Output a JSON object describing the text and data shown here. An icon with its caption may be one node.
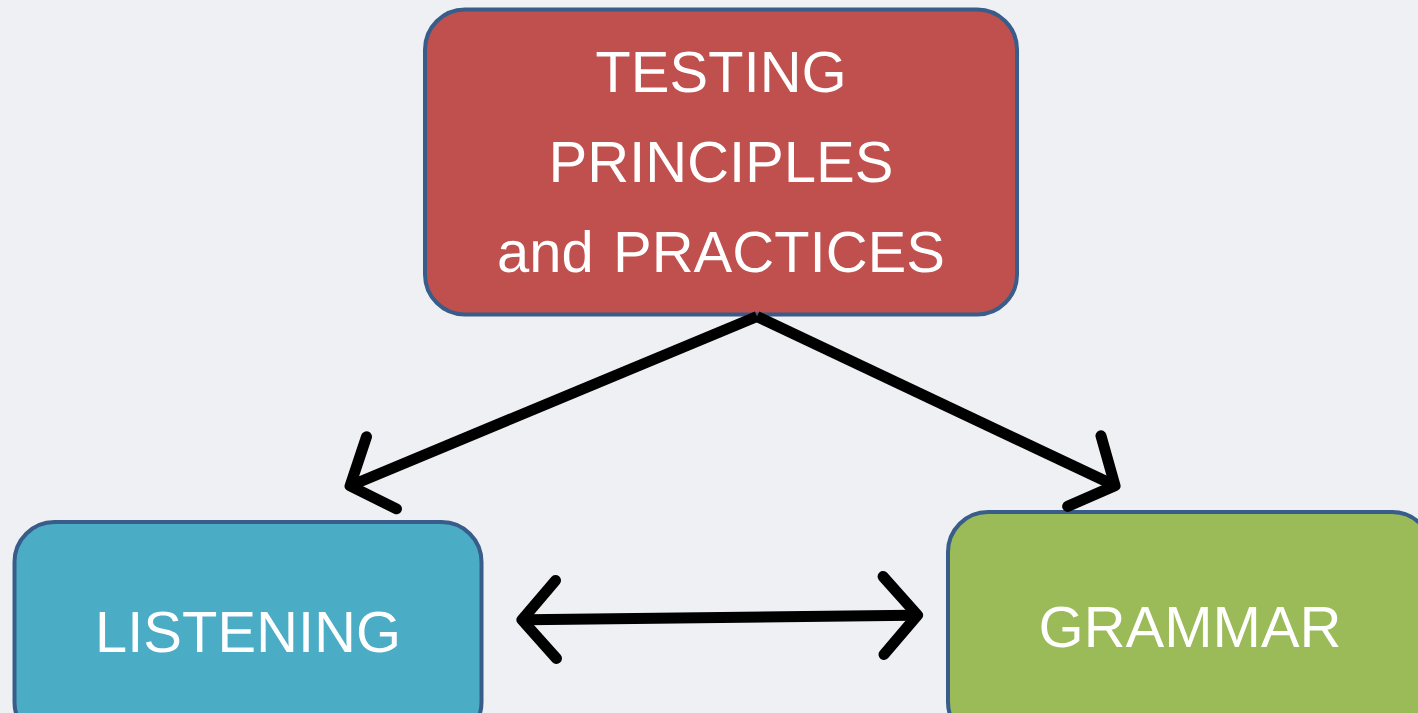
{
  "diagram": {
    "nodes": [
      {
        "text": [
          "TESTING PRINCIPLES and PRACTICES"
        ]
      },
      {
        "text": [
          "LISTENING"
        ]
      },
      {
        "text": [
          "GRAMMAR"
        ]
      }
    ],
    "edges": [
      {
        "from": 0,
        "to": 1,
        "arrow": "to"
      },
      {
        "from": 0,
        "to": 2,
        "arrow": "to"
      },
      {
        "from": 1,
        "to": 2,
        "arrow": "both"
      }
    ]
  }
}
